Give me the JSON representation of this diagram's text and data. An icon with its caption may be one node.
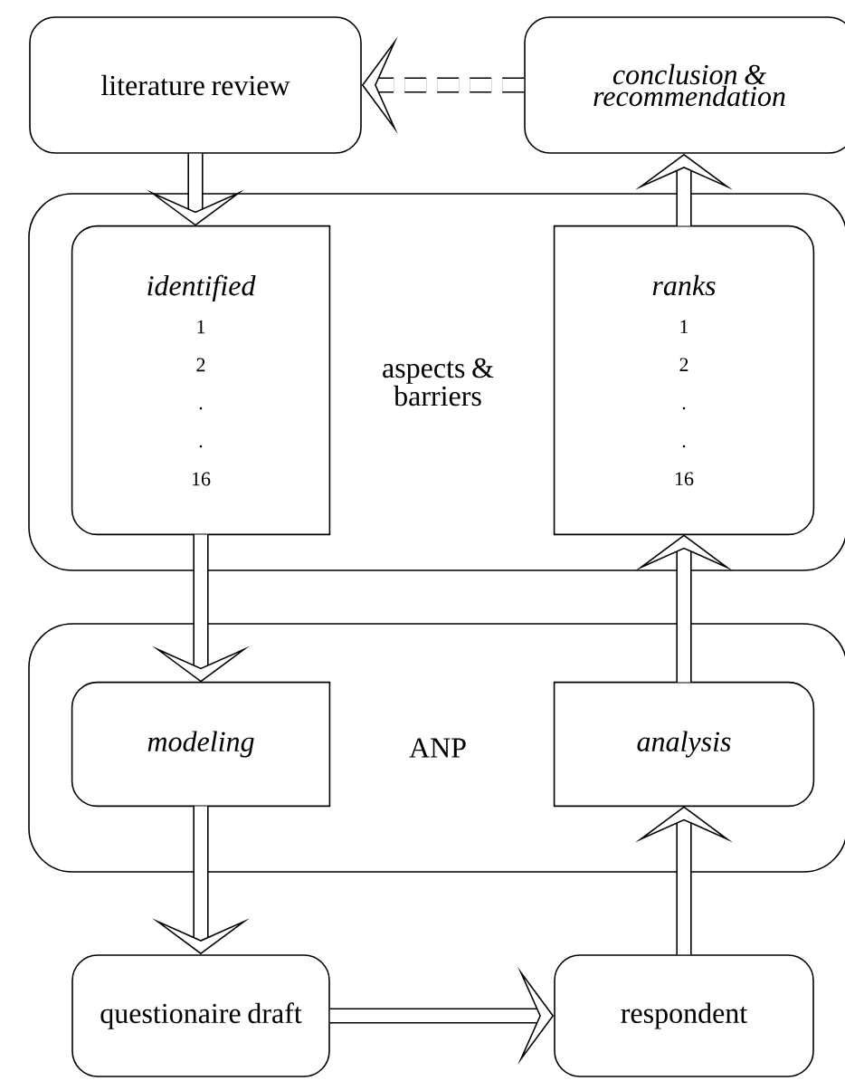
{
  "diagram": {
    "nodes": [
      {
        "text": [
          "literature review"
        ]
      },
      {
        "text": [
          "conclusion & recommendation"
        ]
      },
      {
        "text": [
          "aspects & barriers"
        ]
      },
      {
        "text": [
          "identified",
          "1",
          "2",
          ".",
          ".",
          "16"
        ],
        "in": 2
      },
      {
        "text": [
          "ranks",
          "1",
          "2",
          ".",
          ".",
          "16"
        ],
        "in": 2
      },
      {
        "text": [
          "ANP"
        ]
      },
      {
        "text": [
          "modeling"
        ],
        "in": 5
      },
      {
        "text": [
          "analysis"
        ],
        "in": 5
      },
      {
        "text": [
          "questionaire draft"
        ]
      },
      {
        "text": [
          "respondent"
        ]
      }
    ],
    "edges": [
      {
        "from": 1,
        "to": 0,
        "arrow": "to",
        "style": "dashed"
      },
      {
        "from": 0,
        "to": 3,
        "arrow": "to"
      },
      {
        "from": 4,
        "to": 1,
        "arrow": "to"
      },
      {
        "from": 3,
        "to": 6,
        "arrow": "to"
      },
      {
        "from": 6,
        "to": 8,
        "arrow": "to"
      },
      {
        "from": 8,
        "to": 9,
        "arrow": "to"
      },
      {
        "from": 9,
        "to": 7,
        "arrow": "to"
      },
      {
        "from": 7,
        "to": 4,
        "arrow": "to"
      }
    ]
  }
}
